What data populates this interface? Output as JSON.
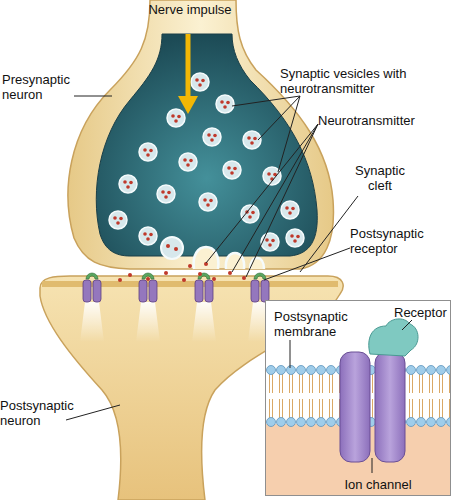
{
  "diagram": {
    "nodes": [
      {
        "text": [
          "Postsynaptic membrane",
          "Receptor",
          "Ion channel"
        ]
      }
    ],
    "labels": [
      "Nerve impulse",
      "Presynaptic neuron",
      "Synaptic vesicles with neurotransmitter",
      "Neurotransmitter",
      "Synaptic cleft",
      "Postsynaptic receptor",
      "Postsynaptic neuron"
    ]
  }
}
